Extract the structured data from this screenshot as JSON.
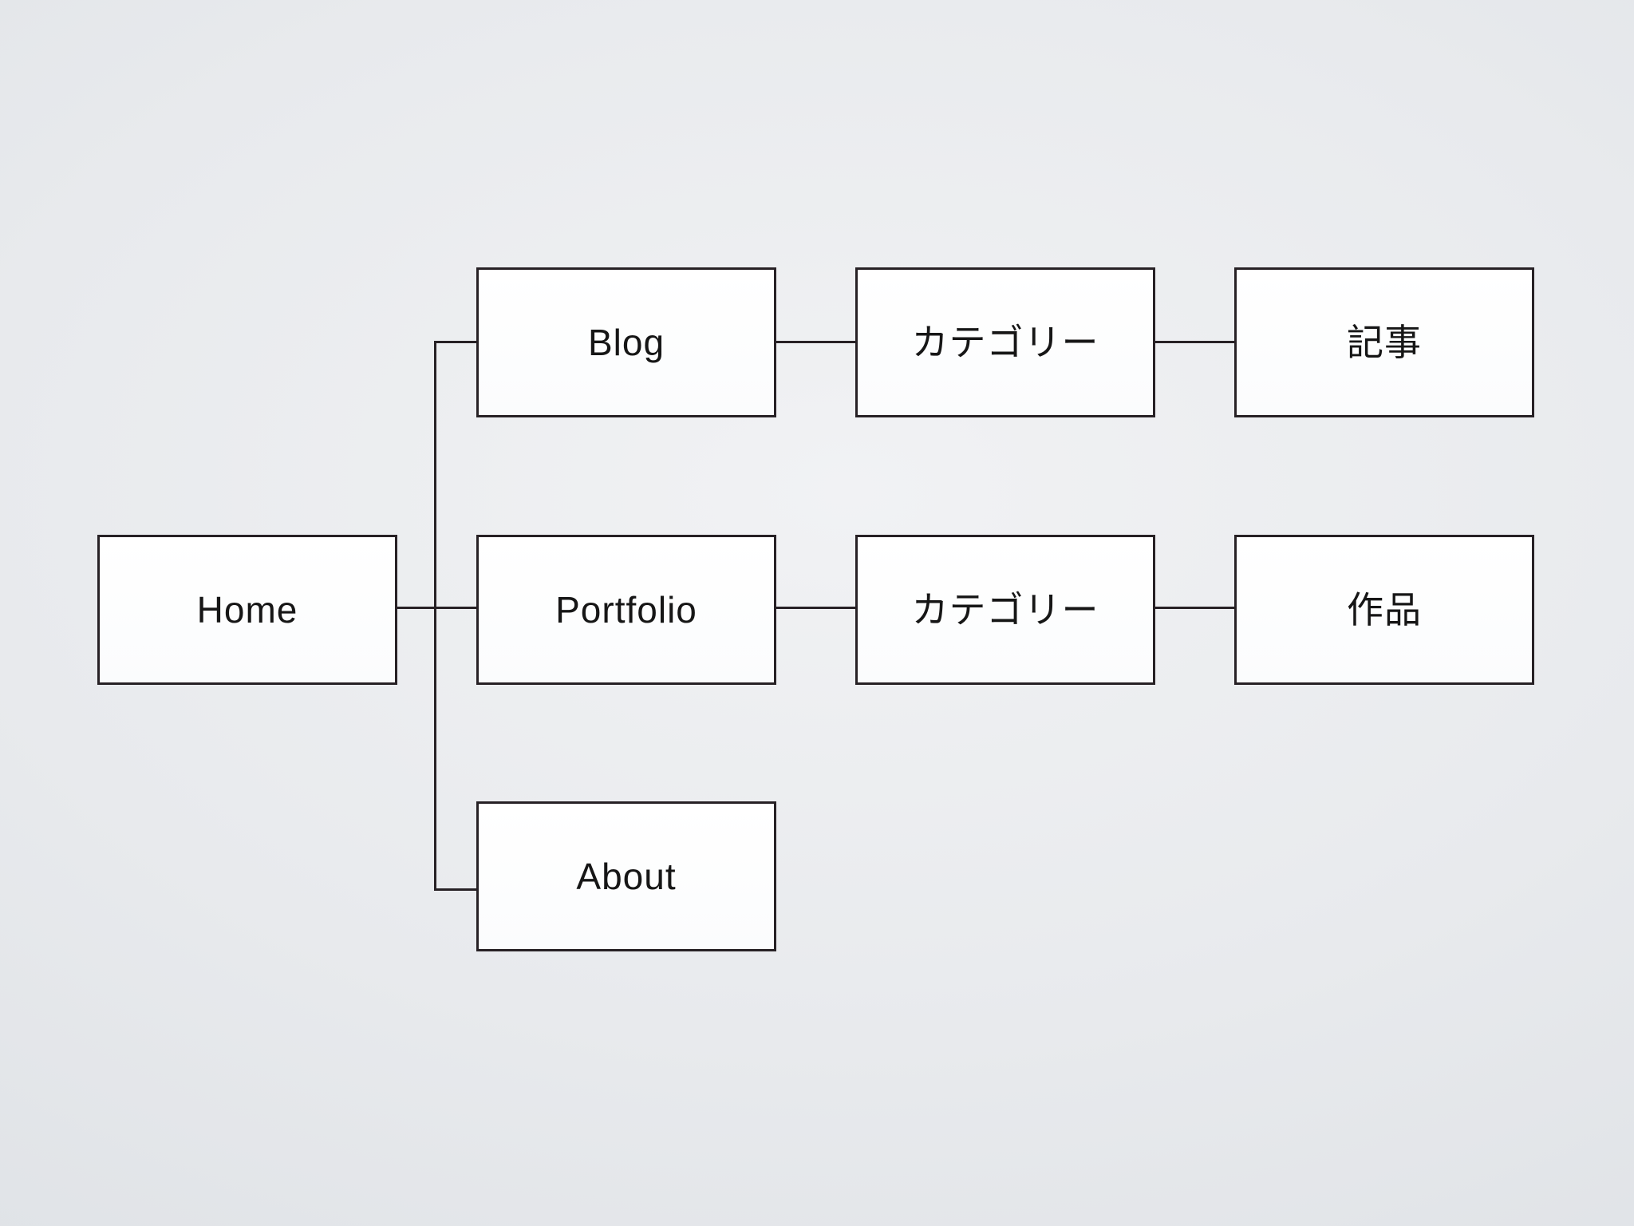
{
  "diagram": {
    "kind": "sitemap-flowchart",
    "nodes": [
      {
        "id": "home",
        "label": "Home"
      },
      {
        "id": "blog",
        "label": "Blog"
      },
      {
        "id": "blog-category",
        "label": "カテゴリー"
      },
      {
        "id": "blog-article",
        "label": "記事"
      },
      {
        "id": "portfolio",
        "label": "Portfolio"
      },
      {
        "id": "portfolio-category",
        "label": "カテゴリー"
      },
      {
        "id": "portfolio-works",
        "label": "作品"
      },
      {
        "id": "about",
        "label": "About"
      }
    ],
    "edges": [
      {
        "from": "home",
        "to": "blog"
      },
      {
        "from": "home",
        "to": "portfolio"
      },
      {
        "from": "home",
        "to": "about"
      },
      {
        "from": "blog",
        "to": "blog-category"
      },
      {
        "from": "blog-category",
        "to": "blog-article"
      },
      {
        "from": "portfolio",
        "to": "portfolio-category"
      },
      {
        "from": "portfolio-category",
        "to": "portfolio-works"
      }
    ],
    "colors": {
      "background": "#e4e6ea",
      "box_fill": "#fdfdfe",
      "box_border": "#272125",
      "connector": "#272125",
      "text": "#161616"
    }
  }
}
